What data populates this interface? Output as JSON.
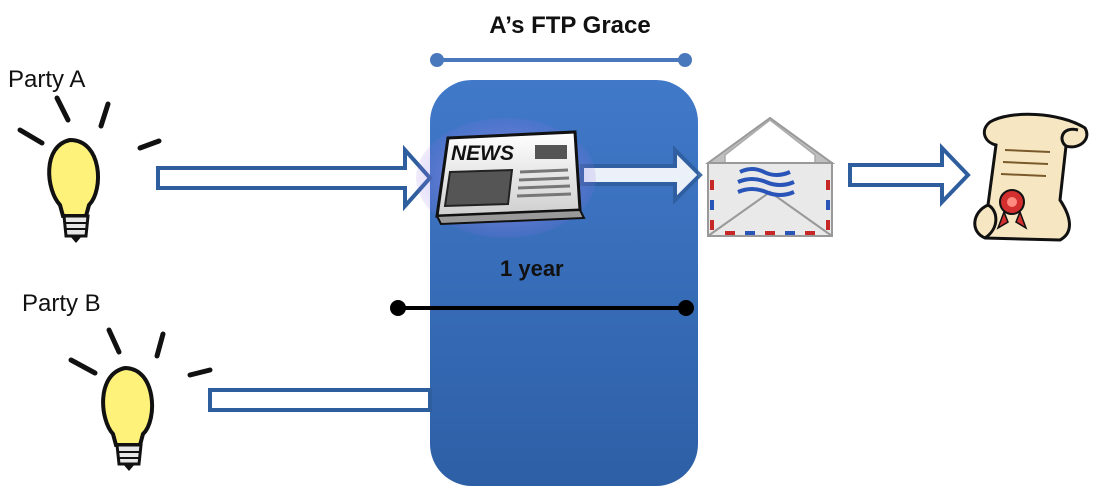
{
  "title": "A’s FTP Grace",
  "party_a": "Party A",
  "party_b": "Party B",
  "period_label": "1 year",
  "newspaper_text": "NEWS",
  "colors": {
    "grace_box": "#3f77c4",
    "grace_line": "#4a78bd",
    "arrow_outline": "#2f5e9e",
    "bulb": "#fff27a",
    "timeline": "#000000"
  }
}
